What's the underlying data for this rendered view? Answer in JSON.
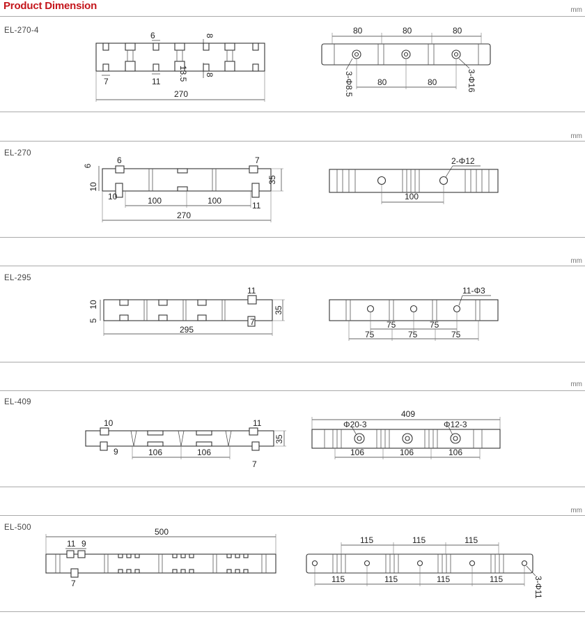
{
  "header": {
    "title": "Product Dimension",
    "unit": "mm"
  },
  "sections": [
    {
      "model": "EL-270-4",
      "unit": "mm",
      "front": [
        "6",
        "8",
        "7",
        "11",
        "13.5",
        "8",
        "270"
      ],
      "top": [
        "80",
        "80",
        "80",
        "80",
        "80",
        "3-Φ8.5",
        "3-Φ16"
      ]
    },
    {
      "model": "EL-270",
      "unit": "mm",
      "front": [
        "6",
        "7",
        "6",
        "10",
        "35",
        "10",
        "100",
        "100",
        "11",
        "270"
      ],
      "top": [
        "2-Φ12",
        "100"
      ]
    },
    {
      "model": "EL-295",
      "unit": "mm",
      "front": [
        "11",
        "10",
        "35",
        "5",
        "7",
        "295"
      ],
      "top": [
        "11-Φ3",
        "75",
        "75",
        "75",
        "75",
        "75"
      ]
    },
    {
      "model": "EL-409",
      "unit": "mm",
      "front": [
        "10",
        "11",
        "35",
        "9",
        "106",
        "106",
        "7"
      ],
      "top": [
        "409",
        "Φ20-3",
        "Φ12-3",
        "106",
        "106",
        "106"
      ]
    },
    {
      "model": "EL-500",
      "unit": "mm",
      "front": [
        "500",
        "11",
        "9",
        "7"
      ],
      "top": [
        "115",
        "115",
        "115",
        "115",
        "115",
        "115",
        "115",
        "3-Φ11"
      ]
    }
  ]
}
